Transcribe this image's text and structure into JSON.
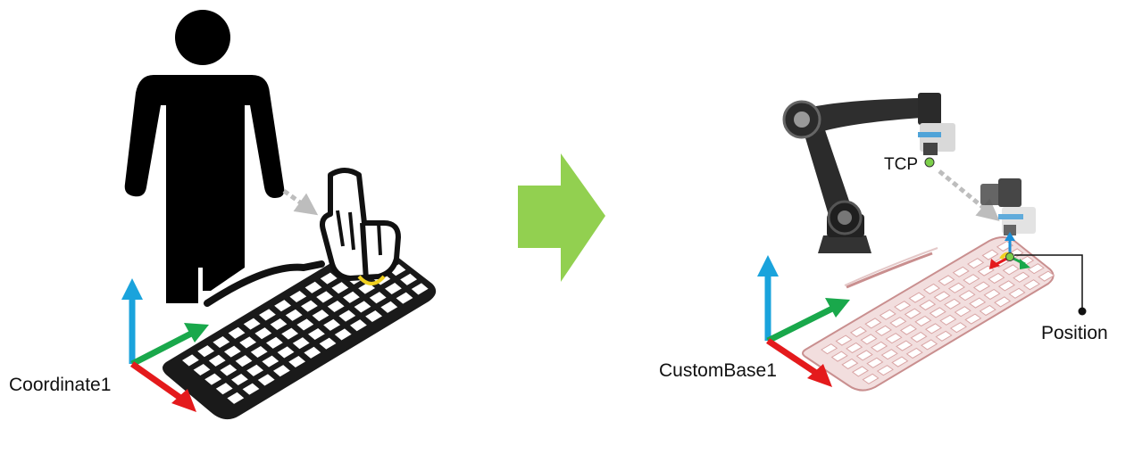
{
  "labels": {
    "coordinate": "Coordinate1",
    "custom_base": "CustomBase1",
    "tcp": "TCP",
    "position": "Position"
  },
  "colors": {
    "axis_x": "#e41a1c",
    "axis_y": "#19a84b",
    "axis_z": "#1aa3dc",
    "transition_arrow": "#92d050",
    "figure": "#000000",
    "keyboard_outline": "#c98f8f",
    "robot_body": "#2b2b2b",
    "tcp_point": "#7ccf4a"
  }
}
